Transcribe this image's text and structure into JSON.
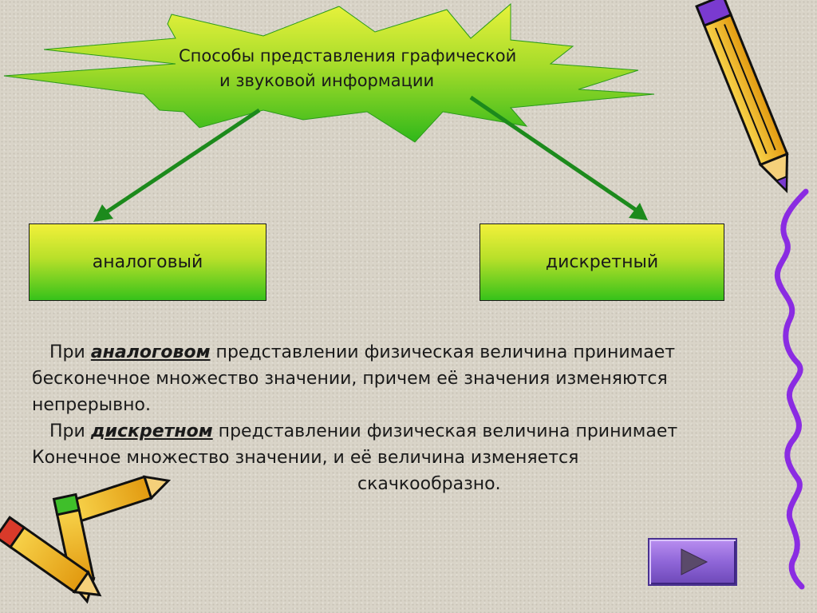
{
  "title": {
    "line1": "Способы представления графической",
    "line2": "и звуковой информации"
  },
  "boxes": {
    "analog": "аналоговый",
    "discrete": "дискретный"
  },
  "paragraph1": {
    "start": "При ",
    "emphasis": "аналоговом",
    "line1_rest": " представлении физическая величина принимает",
    "line2": "бесконечное множество значении, причем её значения изменяются",
    "line3": "непрерывно."
  },
  "paragraph2": {
    "start": "При ",
    "emphasis": "дискретном",
    "line1_rest": " представлении физическая величина принимает",
    "line2": "Конечное множество значении, и её величина изменяется",
    "line3": "скачкообразно."
  },
  "colors": {
    "star_fill": "#3ec21c",
    "star_light": "#e6f23a",
    "arrow": "#1c8a1c",
    "squiggle": "#8a2be2",
    "pencil_body": "#f2b81e",
    "next_button": "#9a72e0"
  },
  "icons": {
    "next": "play-triangle-icon",
    "pencil": "pencil-icon",
    "decoration": "squiggle-line-icon"
  }
}
